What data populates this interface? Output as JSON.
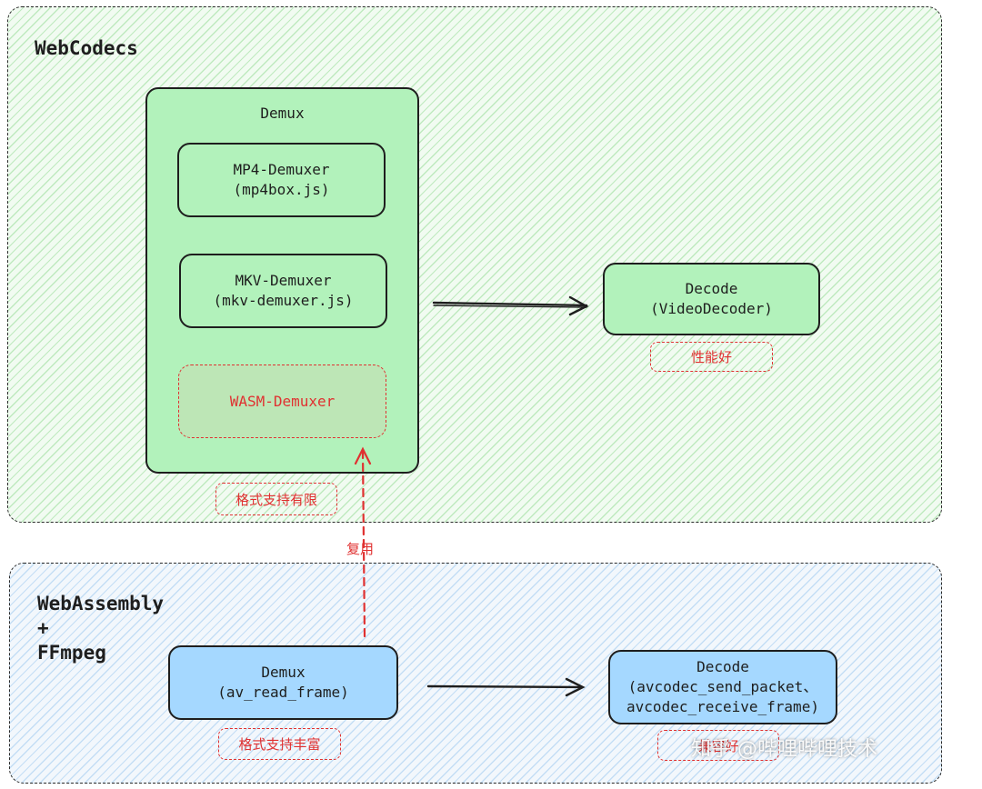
{
  "webcodecs": {
    "title": "WebCodecs",
    "demux": {
      "title": "Demux",
      "mp4": {
        "line1": "MP4-Demuxer",
        "line2": "(mp4box.js)"
      },
      "mkv": {
        "line1": "MKV-Demuxer",
        "line2": "(mkv-demuxer.js)"
      },
      "wasm": "WASM-Demuxer",
      "note": "格式支持有限"
    },
    "decode": {
      "line1": "Decode",
      "line2": "(VideoDecoder)",
      "note": "性能好"
    }
  },
  "reuse_label": "复用",
  "wasm_ffmpeg": {
    "title": "WebAssembly\n+\nFFmpeg",
    "demux": {
      "line1": "Demux",
      "line2": "(av_read_frame)",
      "note": "格式支持丰富"
    },
    "decode": {
      "line1": "Decode",
      "line2": "(avcodec_send_packet、",
      "line3": "avcodec_receive_frame)",
      "note": "兼容好"
    }
  },
  "watermark": "知乎 @哔哩哔哩技术",
  "colors": {
    "green_fill": "#b2f2bb",
    "blue_fill": "#a5d8ff",
    "red": "#e03131",
    "stroke": "#1e1e1e"
  }
}
